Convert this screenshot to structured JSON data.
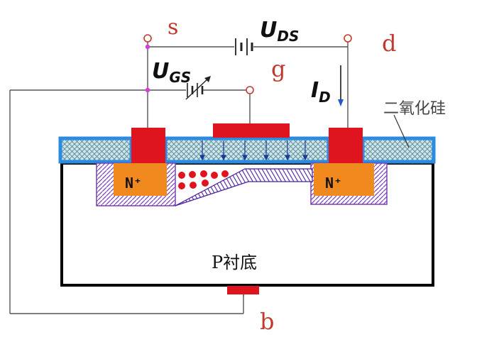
{
  "terminals": {
    "source": "s",
    "drain": "d",
    "gate": "g",
    "body": "b"
  },
  "voltages": {
    "uds_main": "U",
    "uds_sub": "DS",
    "ugs_main": "U",
    "ugs_sub": "GS"
  },
  "current": {
    "main": "I",
    "sub": "D"
  },
  "labels": {
    "oxide": "二氧化硅",
    "n_source": "N⁺",
    "n_drain": "N⁺",
    "substrate": "P衬底"
  },
  "colors": {
    "wire": "#555555",
    "electrode": "#e0141e",
    "oxide_border": "#2a8be0",
    "oxide_fill": "#bfe3ee",
    "n_region": "#f08a1e",
    "depletion": "#7a3fb5",
    "electron": "#e0141e",
    "arrow": "#1a3a9a",
    "label_red": "#c23a2e"
  }
}
